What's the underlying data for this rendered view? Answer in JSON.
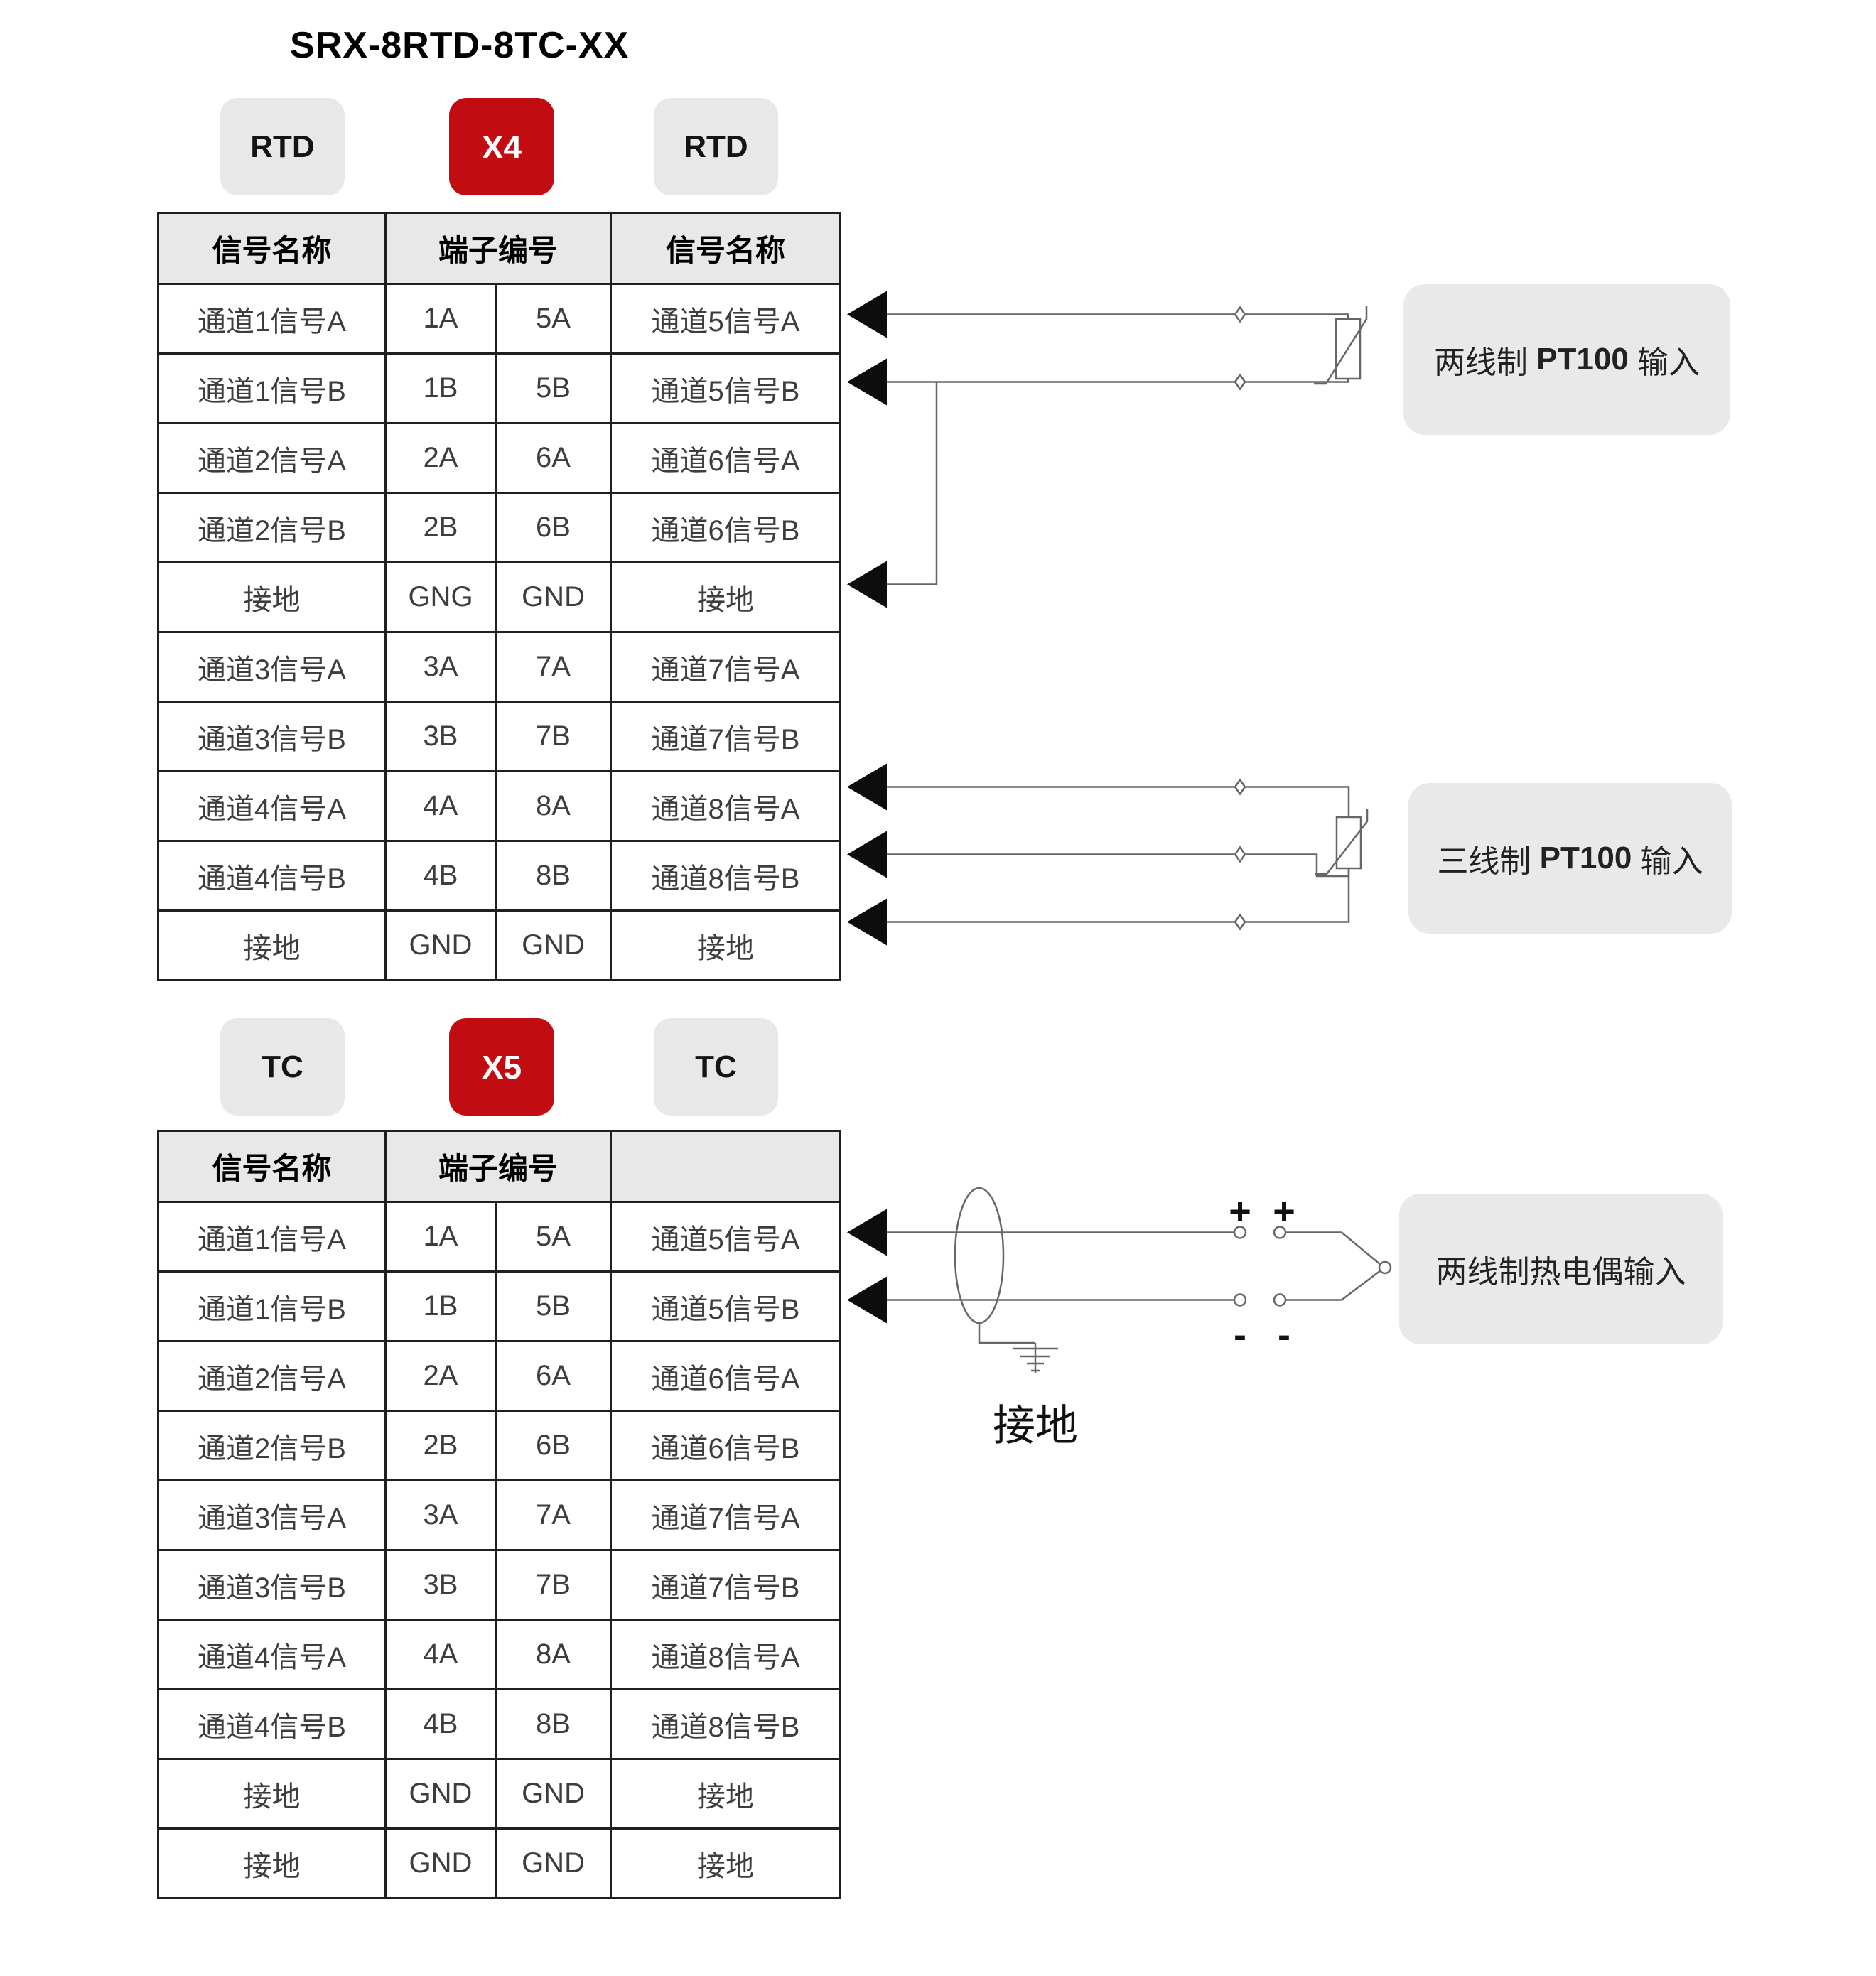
{
  "title": "SRX-8RTD-8TC-XX",
  "colors": {
    "accent_red": "#C10D11",
    "badge_gray": "#E8E8E8",
    "table_header_bg": "#E8E8E8",
    "table_border": "#1F1F1F",
    "cell_text": "#3D3D3D",
    "wire_gray": "#666666",
    "annotation_bg": "#E9E9E9",
    "arrow_black": "#0D0D0D"
  },
  "icons": {
    "left-arrow-icon": "solid black triangle pointing left into table",
    "connection-diamond-icon": "small hollow rhombus splice point on wire",
    "terminal-circle-icon": "small hollow circle terminal",
    "rtd-resistor-icon": "rectangle with diagonal strike (PT100 resistor)",
    "cable-shield-icon": "vertical ellipse around wire pair",
    "earth-ground-icon": "stacked shrinking horizontal bars",
    "thermocouple-junction-icon": "two wires converging to a point"
  },
  "sections": [
    {
      "name": "RTD",
      "badges": [
        "RTD",
        "X4",
        "RTD"
      ],
      "table": {
        "headers": [
          {
            "label": "信号名称",
            "colspan": 1
          },
          {
            "label": "端子编号",
            "colspan": 2
          },
          {
            "label": "信号名称",
            "colspan": 1
          }
        ],
        "rows": [
          [
            "通道1信号A",
            "1A",
            "5A",
            "通道5信号A"
          ],
          [
            "通道1信号B",
            "1B",
            "5B",
            "通道5信号B"
          ],
          [
            "通道2信号A",
            "2A",
            "6A",
            "通道6信号A"
          ],
          [
            "通道2信号B",
            "2B",
            "6B",
            "通道6信号B"
          ],
          [
            "接地",
            "GNG",
            "GND",
            "接地"
          ],
          [
            "通道3信号A",
            "3A",
            "7A",
            "通道7信号A"
          ],
          [
            "通道3信号B",
            "3B",
            "7B",
            "通道7信号B"
          ],
          [
            "通道4信号A",
            "4A",
            "8A",
            "通道8信号A"
          ],
          [
            "通道4信号B",
            "4B",
            "8B",
            "通道8信号B"
          ],
          [
            "接地",
            "GND",
            "GND",
            "接地"
          ]
        ]
      },
      "annotations": [
        {
          "prefix": "两线制 ",
          "bold": "PT100",
          "suffix": " 输入"
        },
        {
          "prefix": "三线制 ",
          "bold": "PT100",
          "suffix": " 输入"
        }
      ]
    },
    {
      "name": "TC",
      "badges": [
        "TC",
        "X5",
        "TC"
      ],
      "table": {
        "headers": [
          {
            "label": "信号名称",
            "colspan": 1
          },
          {
            "label": "端子编号",
            "colspan": 2
          },
          {
            "label": "",
            "colspan": 1
          }
        ],
        "rows": [
          [
            "通道1信号A",
            "1A",
            "5A",
            "通道5信号A"
          ],
          [
            "通道1信号B",
            "1B",
            "5B",
            "通道5信号B"
          ],
          [
            "通道2信号A",
            "2A",
            "6A",
            "通道6信号A"
          ],
          [
            "通道2信号B",
            "2B",
            "6B",
            "通道6信号B"
          ],
          [
            "通道3信号A",
            "3A",
            "7A",
            "通道7信号A"
          ],
          [
            "通道3信号B",
            "3B",
            "7B",
            "通道7信号B"
          ],
          [
            "通道4信号A",
            "4A",
            "8A",
            "通道8信号A"
          ],
          [
            "通道4信号B",
            "4B",
            "8B",
            "通道8信号B"
          ],
          [
            "接地",
            "GND",
            "GND",
            "接地"
          ],
          [
            "接地",
            "GND",
            "GND",
            "接地"
          ]
        ]
      },
      "annotations": [
        {
          "prefix": "",
          "bold": "",
          "suffix": "两线制热电偶输入"
        }
      ],
      "plus": "+",
      "minus": "-",
      "ground_label": "接地"
    }
  ]
}
